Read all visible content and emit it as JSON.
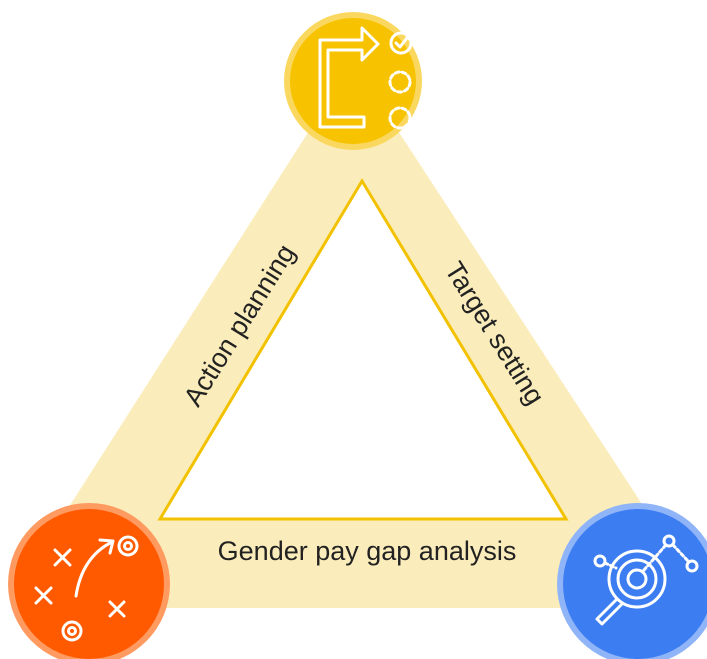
{
  "diagram": {
    "edges": {
      "left": "Action planning",
      "right": "Target setting",
      "bottom": "Gender pay gap analysis"
    },
    "nodes": {
      "top": {
        "icon": "redirect-checklist-icon",
        "color": "#F7C300",
        "ring": "#FAD860"
      },
      "bottom_left": {
        "icon": "strategy-play-icon",
        "color": "#FF5A00",
        "ring": "#FF9A60"
      },
      "bottom_right": {
        "icon": "magnifier-analysis-icon",
        "color": "#3D7DF2",
        "ring": "#8FB4F8"
      }
    },
    "colors": {
      "band": "#FBEDBB",
      "inner_outline": "#F2C200",
      "text": "#222222"
    }
  }
}
